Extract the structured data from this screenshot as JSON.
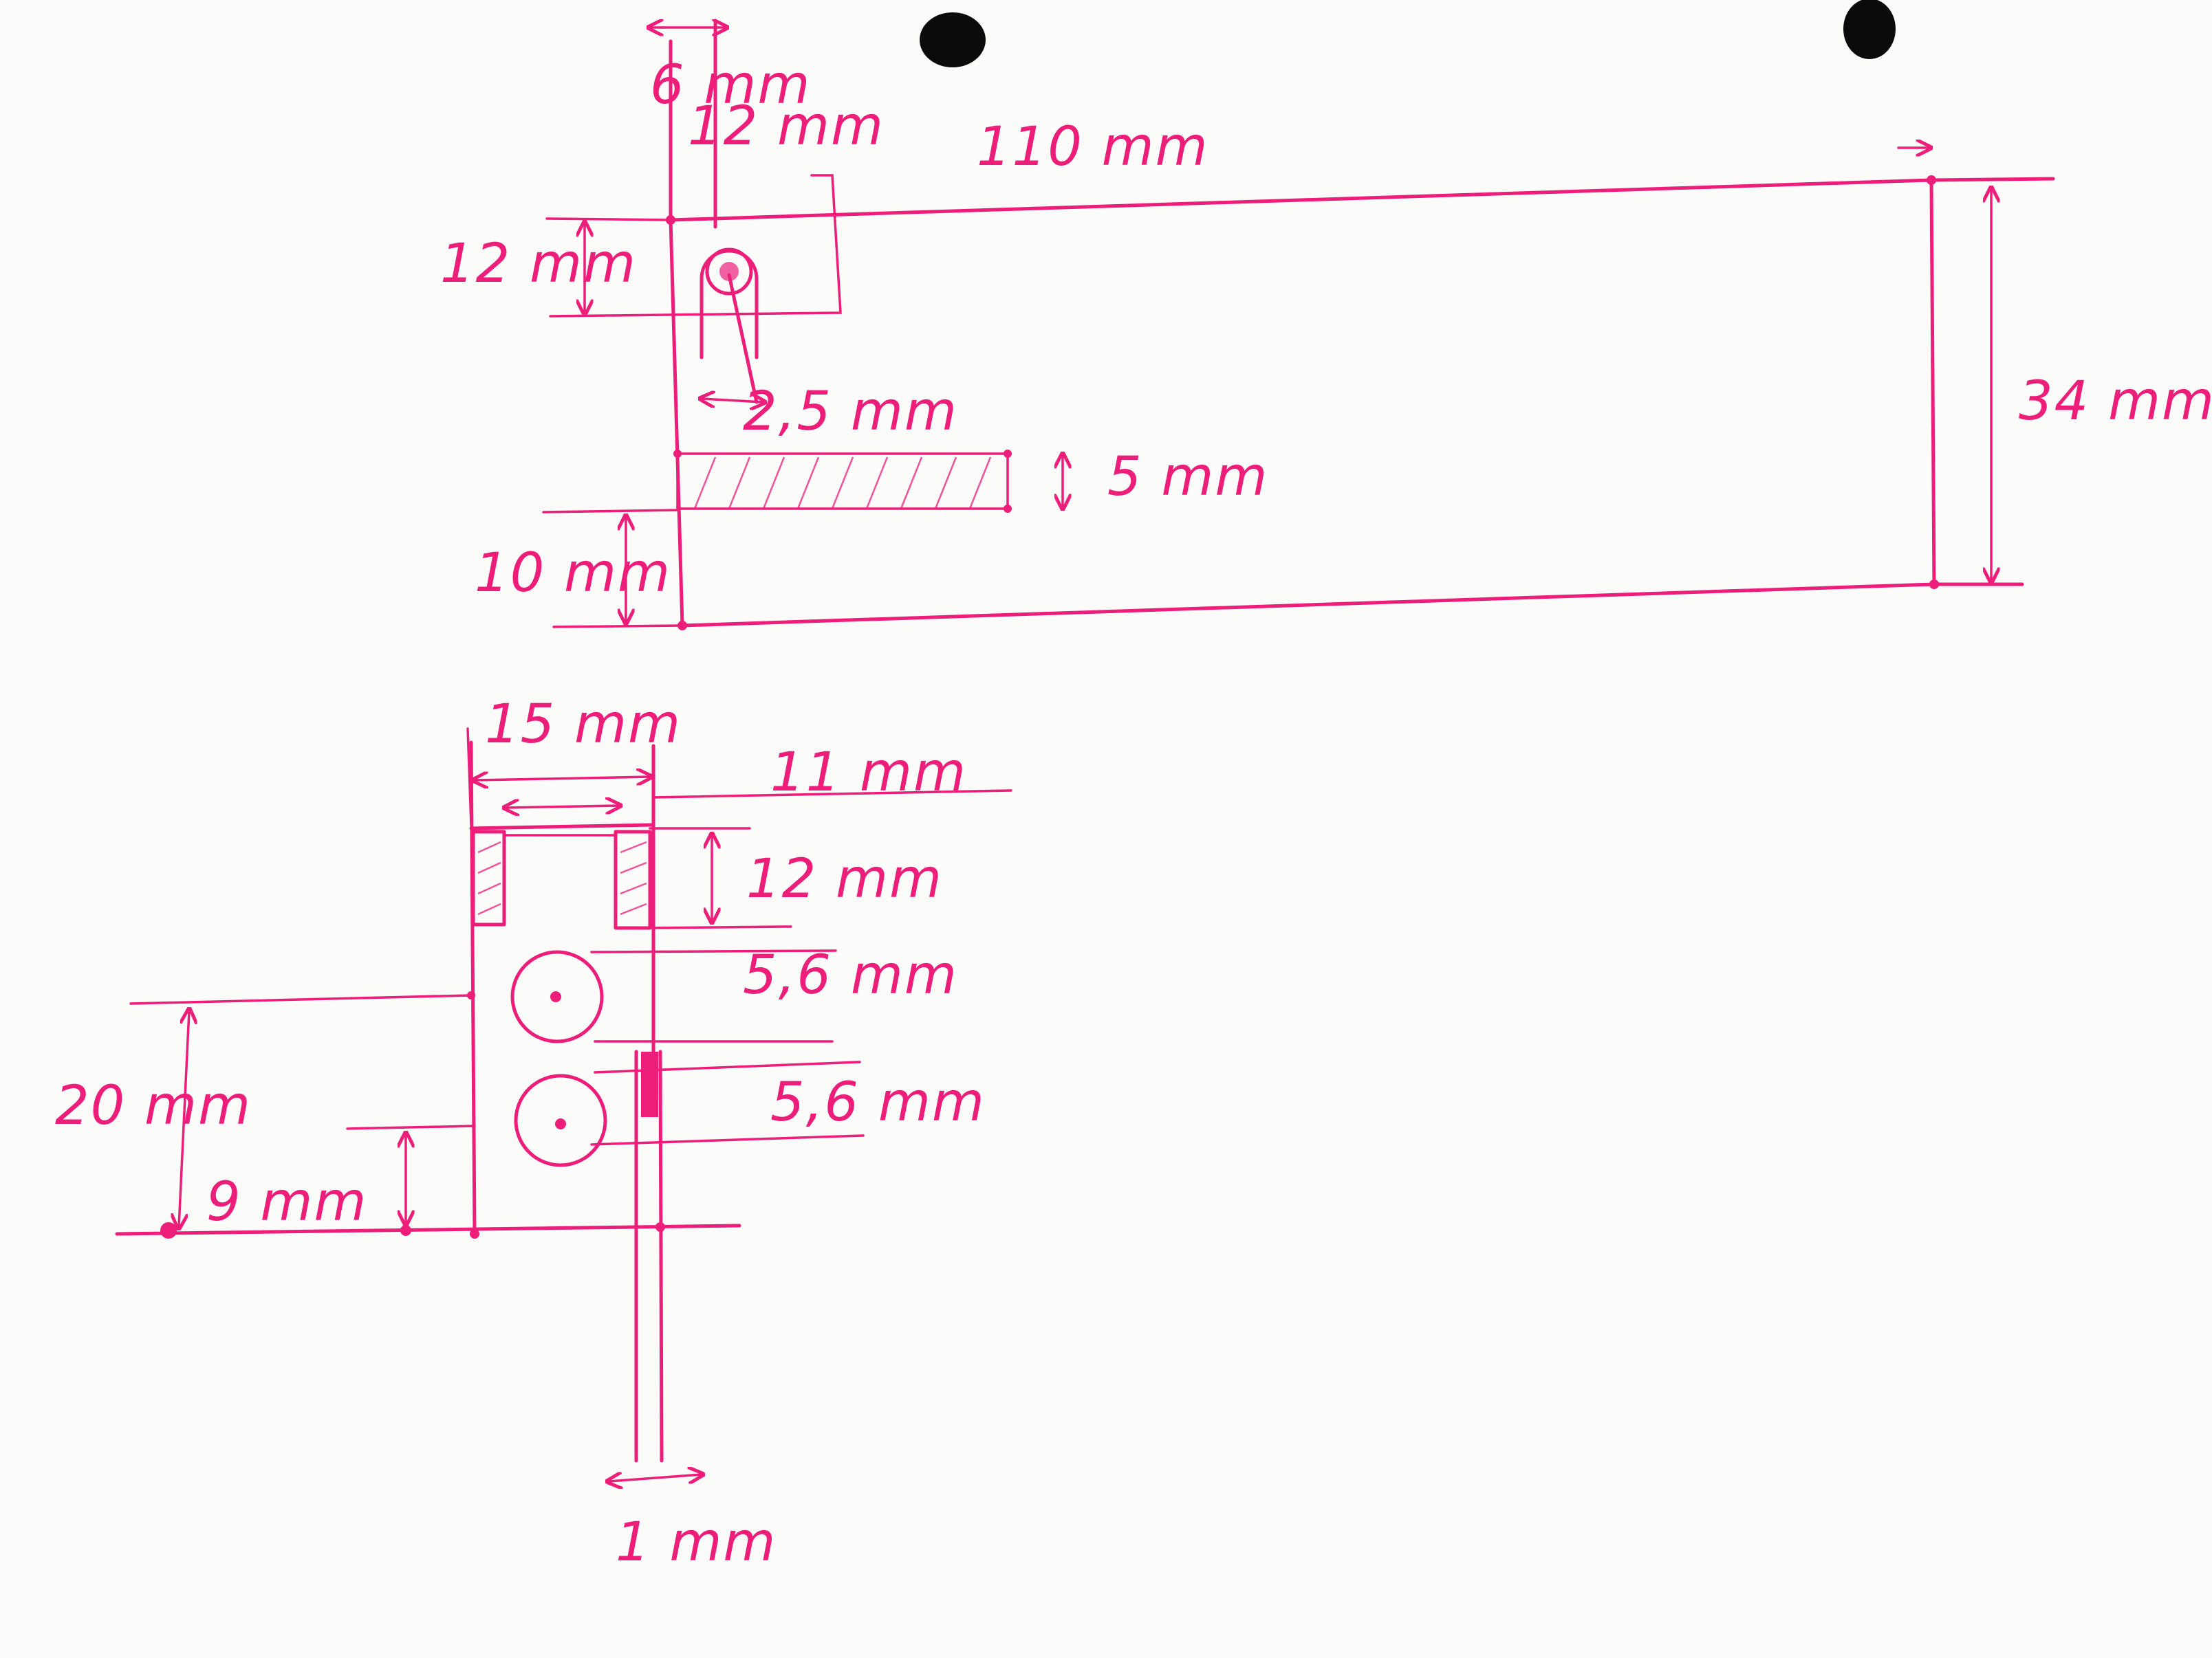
{
  "top_view": {
    "labels": {
      "dim_6mm": "6 mm",
      "dim_12mm_top": "12 mm",
      "dim_110mm": "110 mm",
      "dim_12mm_left": "12 mm",
      "dim_2_5mm": "2,5 mm",
      "dim_5mm": "5 mm",
      "dim_10mm": "10 mm",
      "dim_34mm": "34 mm"
    }
  },
  "side_view": {
    "labels": {
      "dim_15mm": "15 mm",
      "dim_11mm": "11 mm",
      "dim_12mm": "12 mm",
      "dim_5_6mm_upper": "5,6 mm",
      "dim_5_6mm_lower": "5,6 mm",
      "dim_20mm": "20 mm",
      "dim_9mm": "9 mm",
      "dim_1mm": "1 mm"
    }
  },
  "colors": {
    "ink": "#ec1e7a",
    "paper": "#fbfbfa",
    "punch_hole": "#0b0b0b"
  }
}
